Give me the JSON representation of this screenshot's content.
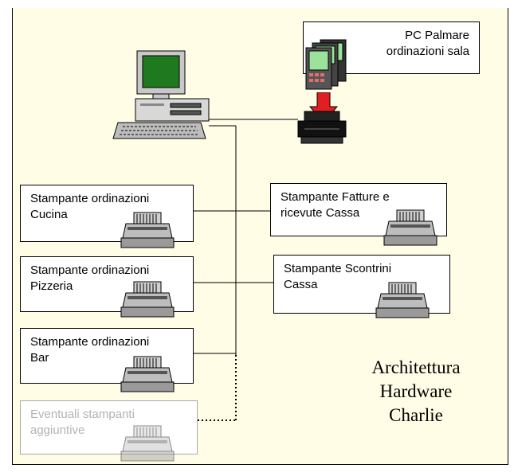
{
  "boxes": {
    "pc_palmare": [
      "PC Palmare",
      "ordinazioni sala"
    ],
    "cucina": [
      "Stampante ordinazioni",
      "Cucina"
    ],
    "pizzeria": [
      "Stampante ordinazioni",
      "Pizzeria"
    ],
    "bar": [
      "Stampante ordinazioni",
      "Bar"
    ],
    "eventuali": [
      "Eventuali stampanti",
      "aggiuntive"
    ],
    "fatture": [
      "Stampante Fatture e",
      "ricevute Cassa"
    ],
    "scontrini": [
      "Stampante Scontrini",
      "Cassa"
    ]
  },
  "title": [
    "Architettura",
    "Hardware",
    "Charlie"
  ],
  "icons": {
    "computer": "desktop-computer-icon",
    "handheld": "handheld-pc-icon",
    "arrow": "red-down-arrow-icon",
    "printer": "printer-icon"
  },
  "colors": {
    "background": "#fffde6",
    "screen": "#1f7a1f",
    "arrow": "#e02020",
    "handheld_screen": "#9be39b",
    "faded": "#b3b3b3"
  }
}
